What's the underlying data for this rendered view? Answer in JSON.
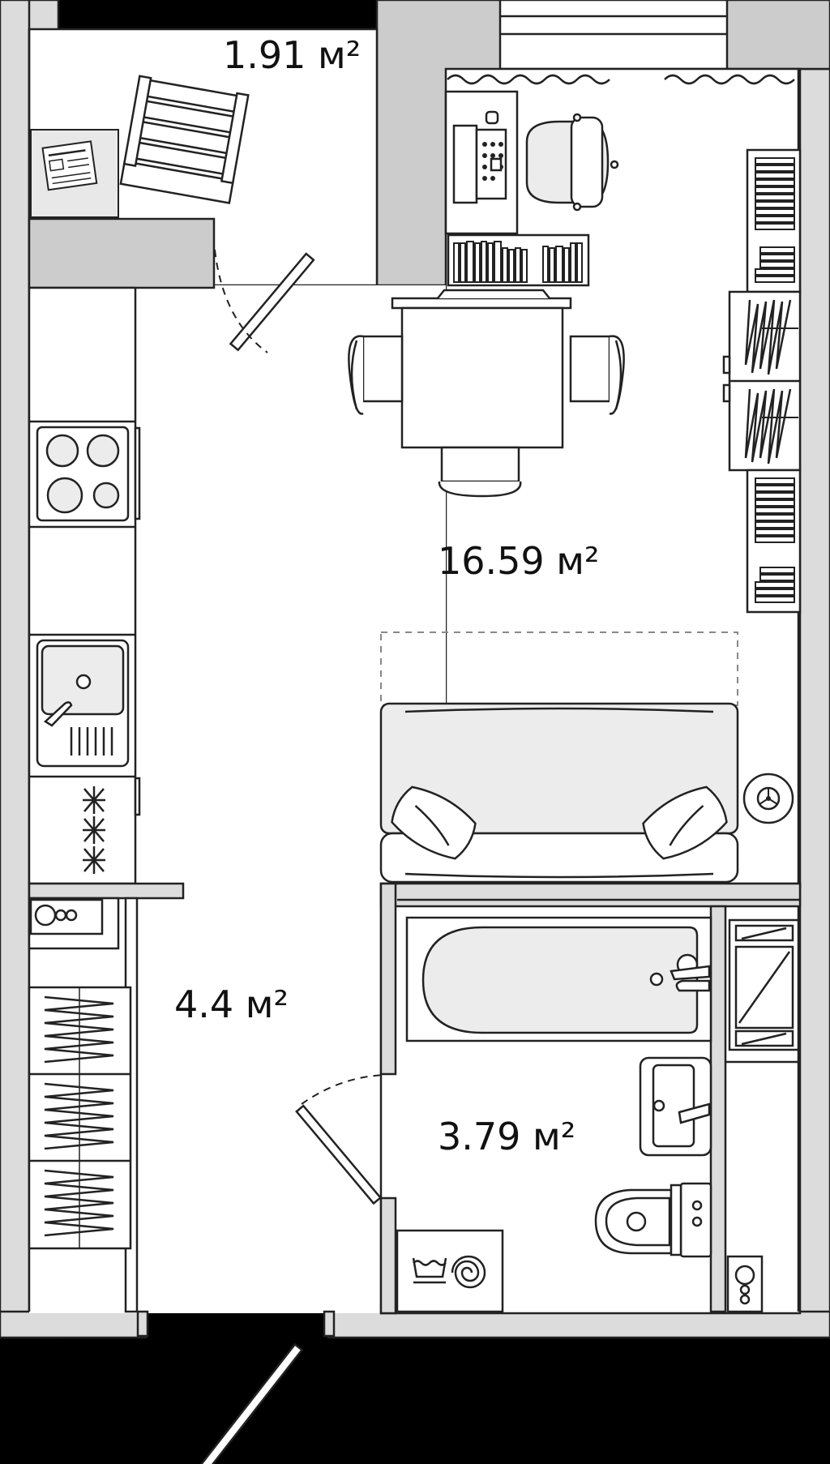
{
  "floor_plan": {
    "rooms": [
      {
        "id": "balcony",
        "area": "1.91 м²"
      },
      {
        "id": "living-room",
        "area": "16.59 м²"
      },
      {
        "id": "hallway-kitchen",
        "area": "4.4 м²"
      },
      {
        "id": "bathroom",
        "area": "3.79 м²"
      }
    ],
    "colors": {
      "background": "#000000",
      "floor": "#ffffff",
      "wall": "#cccccc",
      "furniture_fill": "#ececec",
      "line": "#222222"
    },
    "icons": [
      "stove-icon",
      "sink-icon",
      "bathtub-icon",
      "toilet-icon",
      "washing-machine-icon",
      "newspaper-icon",
      "laptop-icon"
    ]
  }
}
